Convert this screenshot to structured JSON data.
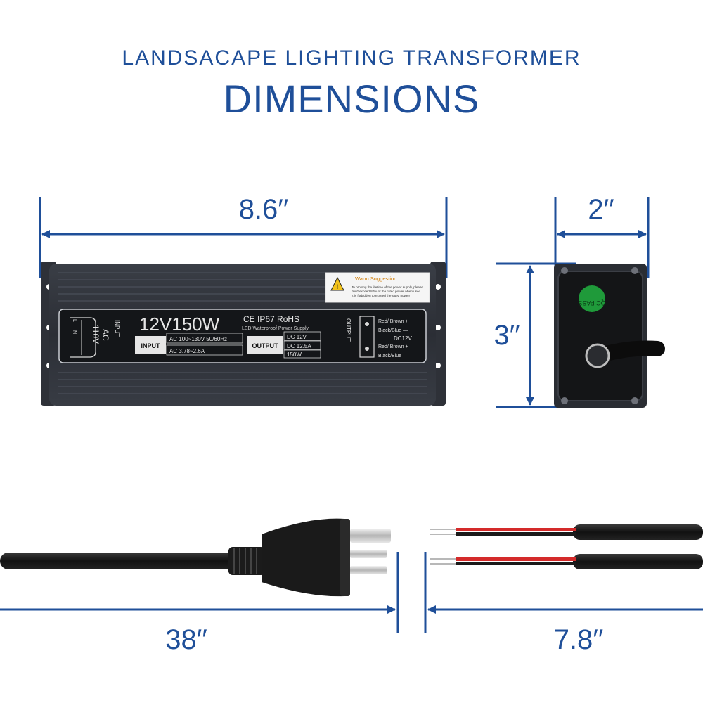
{
  "header": {
    "subtitle": "LANDSACAPE LIGHTING TRANSFORMER",
    "title": "DIMENSIONS"
  },
  "dimensions": {
    "length": "8.6′′",
    "depth": "2′′",
    "height": "3′′",
    "ac_cord": "38′′",
    "dc_wire": "7.8′′"
  },
  "label": {
    "model": "12V150W",
    "certs": "CE IP67 RoHS",
    "product": "LED Waterproof Power Supply",
    "input_label": "INPUT",
    "input_voltage": "AC 100~130V 50/60Hz",
    "input_current": "AC 3.78~2.6A",
    "output_label": "OUTPUT",
    "output_voltage": "DC 12V",
    "output_current": "DC 12.5A",
    "output_power": "150W",
    "input_side": "INPUT",
    "ac_text": "AC",
    "ac_voltage": "110V",
    "l": "L",
    "n": "N",
    "output_side": "OUTPUT",
    "red_brown_1": "Red/ Brown +",
    "black_blue_1": "Black/Blue —",
    "dc12v": "DC12V",
    "red_brown_2": "Red/ Brown +",
    "black_blue_2": "Black/Blue —"
  },
  "warning": {
    "title": "Warm Suggestion:",
    "line1": "To prolong the lifetime of the power supply, please",
    "line2": "don't exceed 80% of the rated power when used.",
    "line3": "It is forbidden to exceed the rated power!"
  },
  "side_view": {
    "qc_text": "QC PASS"
  },
  "colors": {
    "accent": "#1f4f99",
    "body": "#2f333b",
    "label_bg": "#141619",
    "wire_red": "#d42a2a"
  }
}
